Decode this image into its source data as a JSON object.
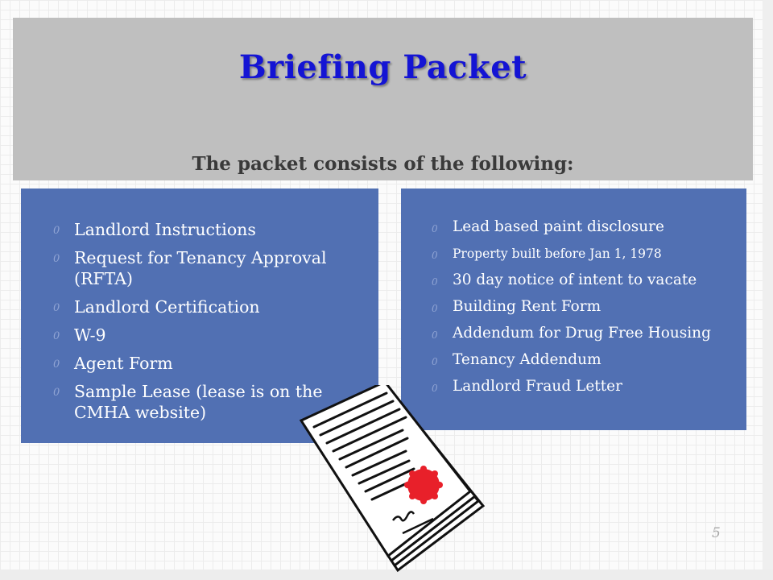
{
  "slide": {
    "title": "Briefing Packet",
    "subtitle": "The packet consists of the following:",
    "page_number": "5",
    "bullet_glyph": "0"
  },
  "left_list": [
    "Landlord Instructions",
    "Request for Tenancy Approval (RFTA)",
    "Landlord Certification",
    "W-9",
    "Agent Form",
    "Sample Lease (lease is on the CMHA website)"
  ],
  "right_list": [
    "Lead based paint disclosure",
    "Property built before Jan 1, 1978",
    "30 day notice of intent to vacate",
    "Building Rent Form",
    "Addendum for Drug Free Housing",
    "Tenancy Addendum",
    "Landlord Fraud Letter"
  ],
  "colors": {
    "title": "#1414d4",
    "header_band": "#bfbfbf",
    "panel": "#5170b3",
    "seal": "#e8202a"
  },
  "clipart": {
    "icon": "document-stack-with-seal-icon"
  }
}
